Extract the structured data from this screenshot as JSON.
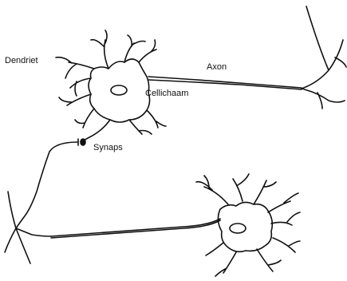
{
  "labels": {
    "dendriet": "Dendriet",
    "axon": "Axon",
    "cellichaam": "Cellichaam",
    "synaps": "Synaps"
  },
  "colors": {
    "stroke": "#111111",
    "background": "#ffffff"
  }
}
